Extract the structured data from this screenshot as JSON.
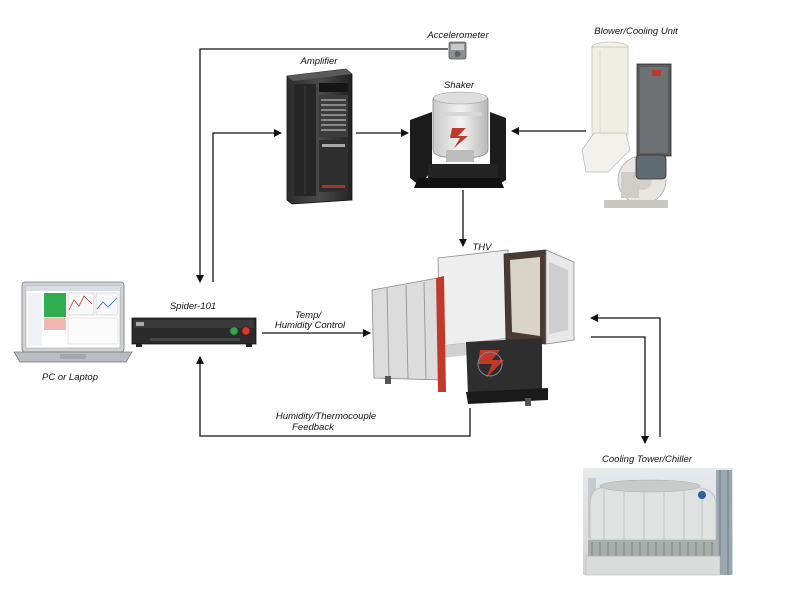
{
  "labels": {
    "accelerometer": "Accelerometer",
    "amplifier": "Amplifier",
    "shaker": "Shaker",
    "blower": "Blower/Cooling Unit",
    "thv": "THV",
    "spider": "Spider-101",
    "pc": "PC or Laptop",
    "temp_line1": "Temp/",
    "temp_line2": "Humidity Control",
    "feedback_line1": "Humidity/Thermocouple",
    "feedback_line2": "Feedback",
    "cooling_tower": "Cooling Tower/Chiller"
  },
  "icons": {
    "accelerometer": "accelerometer-icon",
    "amplifier": "amplifier-rack-icon",
    "shaker": "shaker-icon",
    "blower": "blower-cooling-unit-icon",
    "thv": "thv-chamber-icon",
    "spider": "spider-101-device-icon",
    "pc": "laptop-icon",
    "cooling_tower": "cooling-tower-icon"
  }
}
